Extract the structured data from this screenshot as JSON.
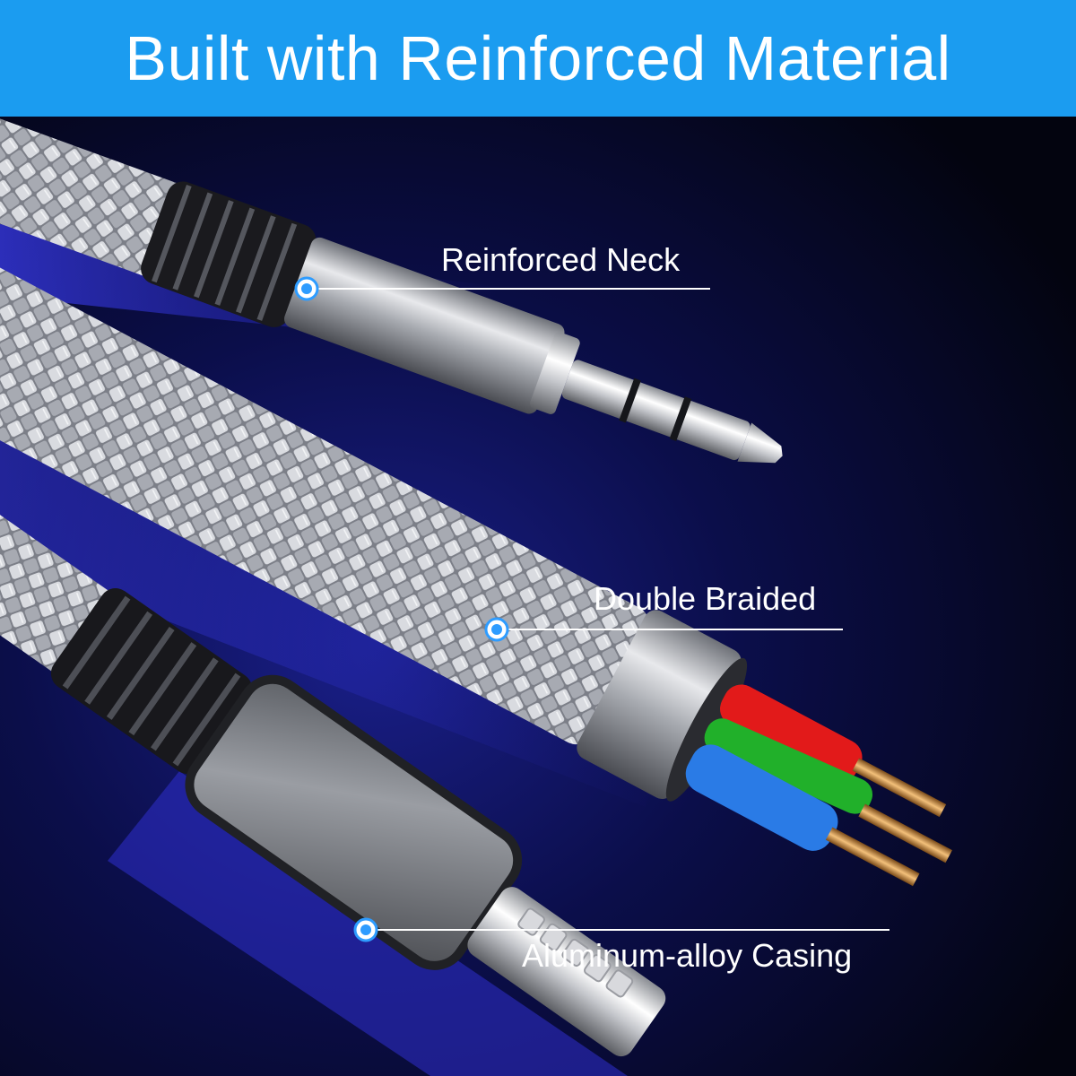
{
  "banner": {
    "title": "Built with Reinforced Material",
    "background_color": "#1b9cf0"
  },
  "callouts": [
    {
      "label": "Reinforced Neck",
      "marker_color": "#2e9cff"
    },
    {
      "label": "Double Braided",
      "marker_color": "#2e9cff"
    },
    {
      "label": "Aluminum-alloy Casing",
      "marker_color": "#2e9cff"
    }
  ],
  "scene": {
    "background_color": "#050617",
    "glow_color": "#2a2fc8"
  }
}
